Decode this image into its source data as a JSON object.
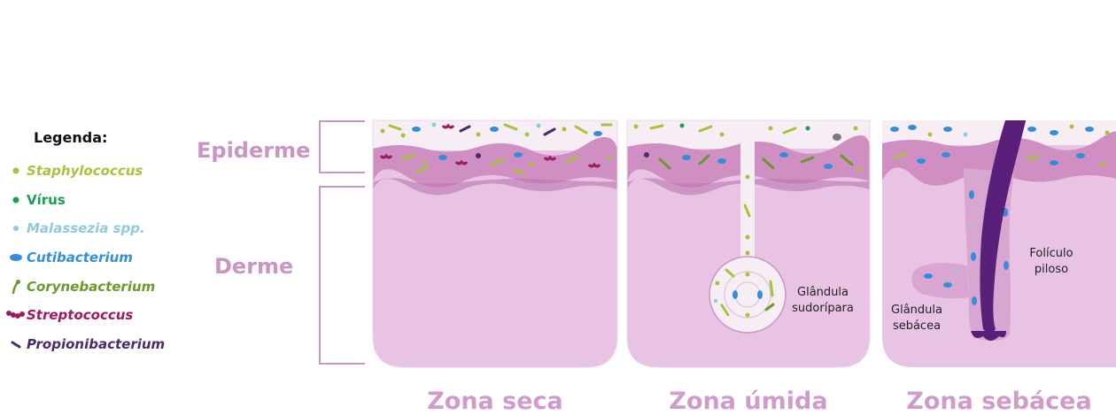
{
  "legend": {
    "title": "Legenda:",
    "items": [
      {
        "label": "Staphylococcus",
        "color": "#a8c23a",
        "icon": "green-dot-icon"
      },
      {
        "label": "Vírus",
        "color": "#16a152",
        "icon": "dark-green-dot-icon"
      },
      {
        "label": "Malassezia spp.",
        "color": "#8ecbd8",
        "icon": "light-blue-dot-icon"
      },
      {
        "label": "Cutibacterium",
        "color": "#2f8fdc",
        "icon": "blue-oval-icon"
      },
      {
        "label": "Corynebacterium",
        "color": "#6a9a2a",
        "icon": "rod-icon"
      },
      {
        "label": "Streptococcus",
        "color": "#a0195f",
        "icon": "chain-icon"
      },
      {
        "label": "Propionibacterium",
        "color": "#4b2a6e",
        "icon": "purple-rod-icon"
      }
    ]
  },
  "layers": {
    "epidermis": "Epiderme",
    "dermis": "Derme"
  },
  "annotations": {
    "sweat_gland": "Glândula sudorípara",
    "sebaceous_gland": "Glândula sebácea",
    "hair_follicle": "Folículo piloso"
  },
  "zones": [
    {
      "label": "Zona seca"
    },
    {
      "label": "Zona úmida"
    },
    {
      "label": "Zona sebácea"
    }
  ],
  "colors": {
    "dermis": "#e9c3e4",
    "epidermis": "#cf8fc3",
    "surface": "#f6ecf4",
    "hair": "#5a1f79",
    "label_pink": "#c996c4"
  }
}
